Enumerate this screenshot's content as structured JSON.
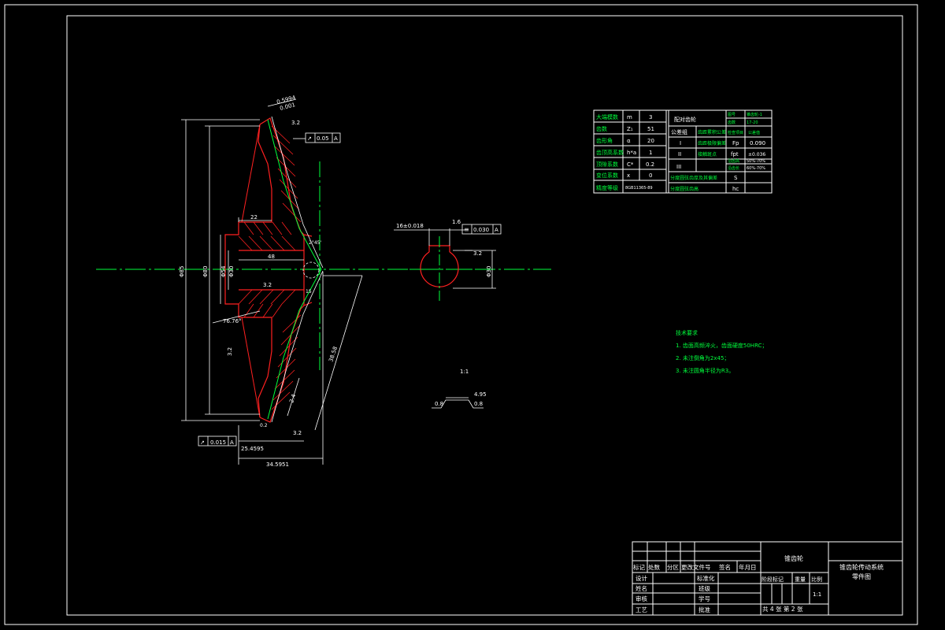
{
  "dims": {
    "top_small_1": "0.5994",
    "top_small_2": "0.001",
    "roughness_top": "3.2",
    "runout_top": "0.05",
    "runout_top_datum": "A",
    "hub_width": "22",
    "bore_length": "48",
    "roughness_bore": "3.2",
    "angle_left": "76.76°",
    "roughness_left": "3.2",
    "height_outer": "Φ85",
    "height_inner": "Φ80",
    "hub_dia_1": "Φ54",
    "hub_dia_2": "Φ30",
    "angle_top_right": "2°45'",
    "slant_length": "38.58",
    "tooth_face": "2.4",
    "bottom_dim_1": "25.4595",
    "bottom_dim_2": "34.5951",
    "runout_bottom": "0.015",
    "runout_bottom_datum": "A",
    "roughness_bottom": "3.2",
    "small_dim": "15",
    "small_dim_2": "0.2"
  },
  "section": {
    "keyway_width": "16±0.018",
    "roughness_key": "1.6",
    "symmetry_value": "0.030",
    "symmetry_datum": "A",
    "roughness_bore": "3.2",
    "bore_dia": "Φ30",
    "scale_label": "1:1",
    "detail_dim": "4.95",
    "detail_r1": "0.8",
    "detail_r2": "0.8"
  },
  "params": {
    "rows": [
      {
        "name": "大端模数",
        "symbol": "m",
        "value": "3"
      },
      {
        "name": "齿数",
        "symbol": "Z₁",
        "value": "51"
      },
      {
        "name": "齿形角",
        "symbol": "α",
        "value": "20"
      },
      {
        "name": "齿顶高系数",
        "symbol": "h*a",
        "value": "1"
      },
      {
        "name": "顶隙系数",
        "symbol": "C*",
        "value": "0.2"
      },
      {
        "name": "变位系数",
        "symbol": "x",
        "value": "0"
      },
      {
        "name": "精度等级",
        "symbol": "",
        "value": "8GB11365-89"
      }
    ],
    "mid": {
      "title": "配对齿轮",
      "group_label": "公差组",
      "groups": [
        "I",
        "II",
        "III"
      ],
      "checks": [
        "齿距累积公差",
        "齿距极限偏差",
        "接触斑点"
      ],
      "bottom_1": "分度圆弦齿厚及其偏差",
      "bottom_2": "分度圆弦齿高"
    },
    "right": {
      "rows": [
        {
          "label": "图号",
          "symbol": "",
          "value": "锥齿轮-1"
        },
        {
          "label": "齿数",
          "symbol": "",
          "value": "17-20"
        },
        {
          "label": "检查项目",
          "symbol": "",
          "value": "公差值"
        },
        {
          "label": "",
          "symbol": "Fp",
          "value": "0.090"
        },
        {
          "label": "",
          "symbol": "fpt",
          "value": "±0.036"
        },
        {
          "label": "沿齿高",
          "symbol": "",
          "value": "50%-70%"
        },
        {
          "label": "沿齿长",
          "symbol": "",
          "value": "60%-70%"
        },
        {
          "label": "",
          "symbol": "S",
          "value": ""
        },
        {
          "label": "",
          "symbol": "hc",
          "value": ""
        }
      ]
    }
  },
  "notes": {
    "title": "技术要求",
    "items": [
      "1. 齿面高频淬火，齿面硬度50HRC；",
      "2. 未注倒角为2x45；",
      "3. 未注圆角半径为R3。"
    ]
  },
  "title_block": {
    "part_name": "锥齿轮",
    "project_line1": "锥齿轮传动系统",
    "project_line2": "零件图",
    "headers": [
      "标记",
      "处数",
      "分区",
      "更改文件号",
      "签名",
      "年月日"
    ],
    "labels": {
      "design": "设计",
      "standard": "标准化",
      "name": "姓名",
      "class": "班级",
      "check": "审核",
      "student_no": "学号",
      "process": "工艺",
      "approve": "批准"
    },
    "stage": "阶段标记",
    "weight": "重量",
    "scale_label": "比例",
    "scale": "1:1",
    "sheets": "共 4 张 第 2 张"
  }
}
